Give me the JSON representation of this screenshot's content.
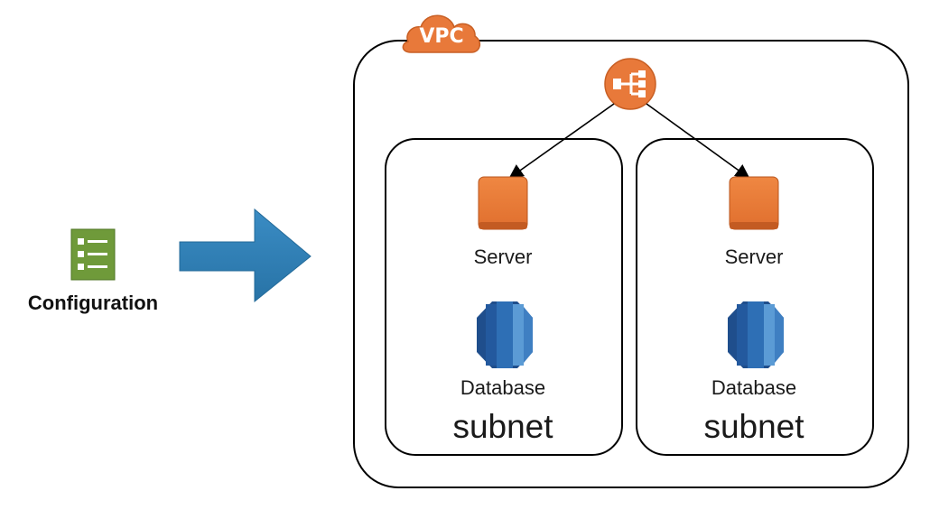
{
  "diagram": {
    "vpc_label": "VPC",
    "config_label": "Configuration",
    "subnets": [
      {
        "server_label": "Server",
        "database_label": "Database",
        "subnet_label": "subnet"
      },
      {
        "server_label": "Server",
        "database_label": "Database",
        "subnet_label": "subnet"
      }
    ]
  },
  "colors": {
    "aws_orange": "#e8793a",
    "aws_orange_dark": "#c85f24",
    "db_blue_dark": "#1f4e8c",
    "db_blue_mid": "#2e6fb5",
    "db_blue_light": "#5b9bd5",
    "arrow_blue": "#2f7fb5",
    "config_green": "#6f9a3a"
  },
  "icons": {
    "config": "checklist-icon",
    "load_balancer": "load-balancer-icon",
    "server": "ec2-instance-icon",
    "database": "database-icon",
    "vpc": "cloud-icon"
  }
}
